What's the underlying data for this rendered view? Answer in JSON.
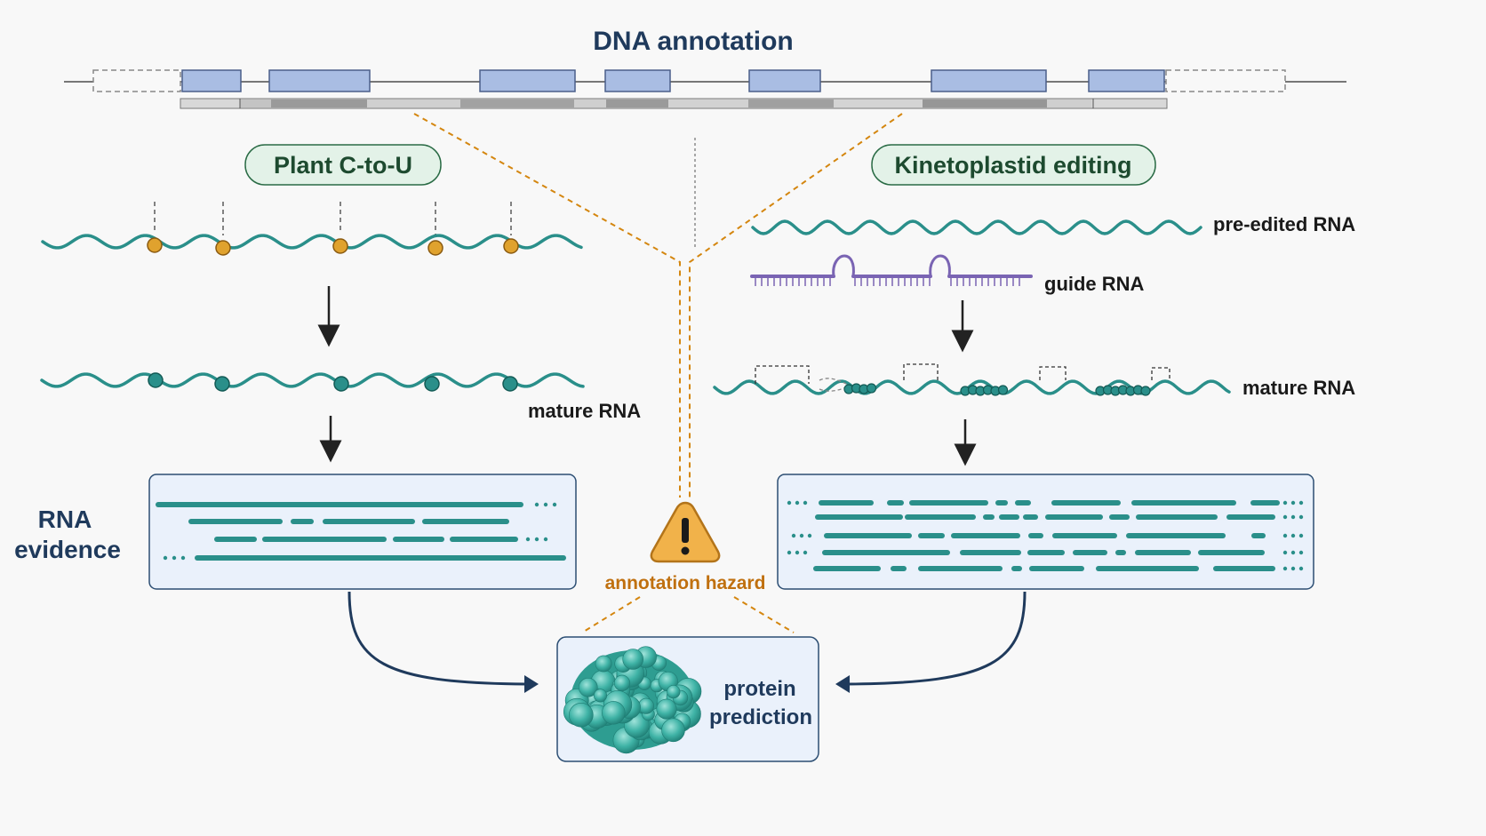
{
  "title": "DNA annotation",
  "left": {
    "pill_label": "Plant C-to-U",
    "mature_label": "mature RNA",
    "evidence_label_line1": "RNA",
    "evidence_label_line2": "evidence"
  },
  "right": {
    "pill_label": "Kinetoplastid editing",
    "pre_edited_label": "pre-edited RNA",
    "guide_label": "guide RNA",
    "mature_label": "mature RNA"
  },
  "hazard": {
    "label": "annotation hazard",
    "icon": "warning-triangle-icon"
  },
  "output": {
    "label_line1": "protein",
    "label_line2": "prediction",
    "icon": "protein-structure-icon"
  },
  "colors": {
    "navy": "#1f3a5c",
    "teal": "#2a8f8a",
    "orange": "#d4860f",
    "exon_fill": "#a9bde3",
    "pill_fill": "#e3f2e8",
    "panel_fill": "#eaf1fb",
    "guide": "#7a64b3"
  }
}
